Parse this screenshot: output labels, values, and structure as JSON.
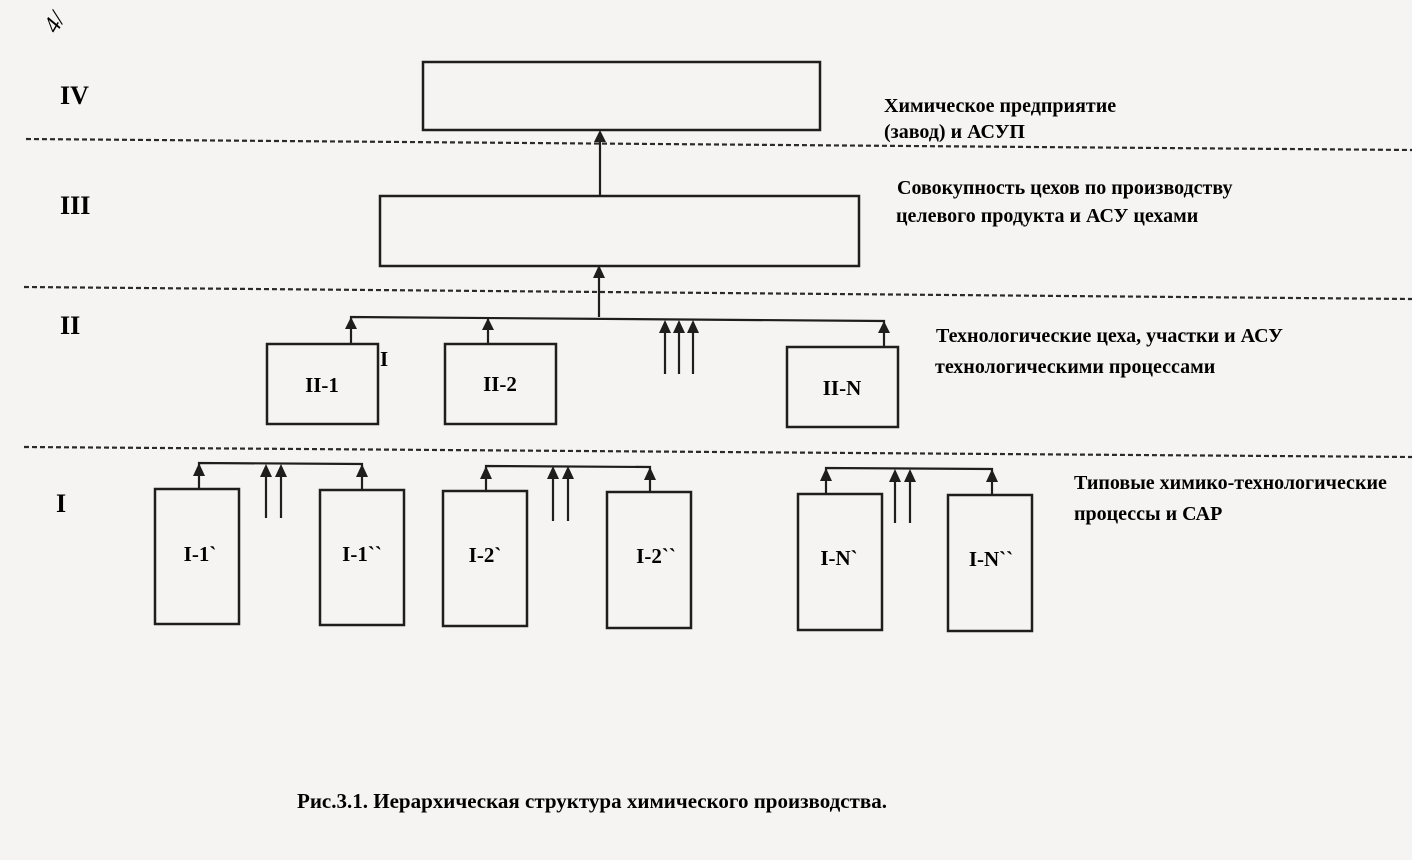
{
  "levels": [
    {
      "id": "IV",
      "label": "IV"
    },
    {
      "id": "III",
      "label": "III"
    },
    {
      "id": "II",
      "label": "II"
    },
    {
      "id": "I",
      "label": "I"
    }
  ],
  "descriptions": {
    "iv": [
      "Химическое предприятие",
      "(завод) и АСУП"
    ],
    "iii": [
      "Совокупность цехов по производству",
      "целевого продукта и АСУ цехами"
    ],
    "ii": [
      "Технологические цеха, участки и АСУ",
      "технологическими процессами"
    ],
    "i": [
      "Типовые химико-технологические",
      "процессы и САР"
    ]
  },
  "boxes": {
    "ii_1": "II-1",
    "ii_2": "II-2",
    "ii_n": "II-N",
    "i_1a": "I-1`",
    "i_1b": "I-1``",
    "i_2a": "I-2`",
    "i_2b": "I-2``",
    "i_na": "I-N`",
    "i_nb": "I-N``"
  },
  "stray_mark": "I",
  "corner_mark": "4/",
  "caption": "Рис.3.1. Иерархическая структура химического производства."
}
